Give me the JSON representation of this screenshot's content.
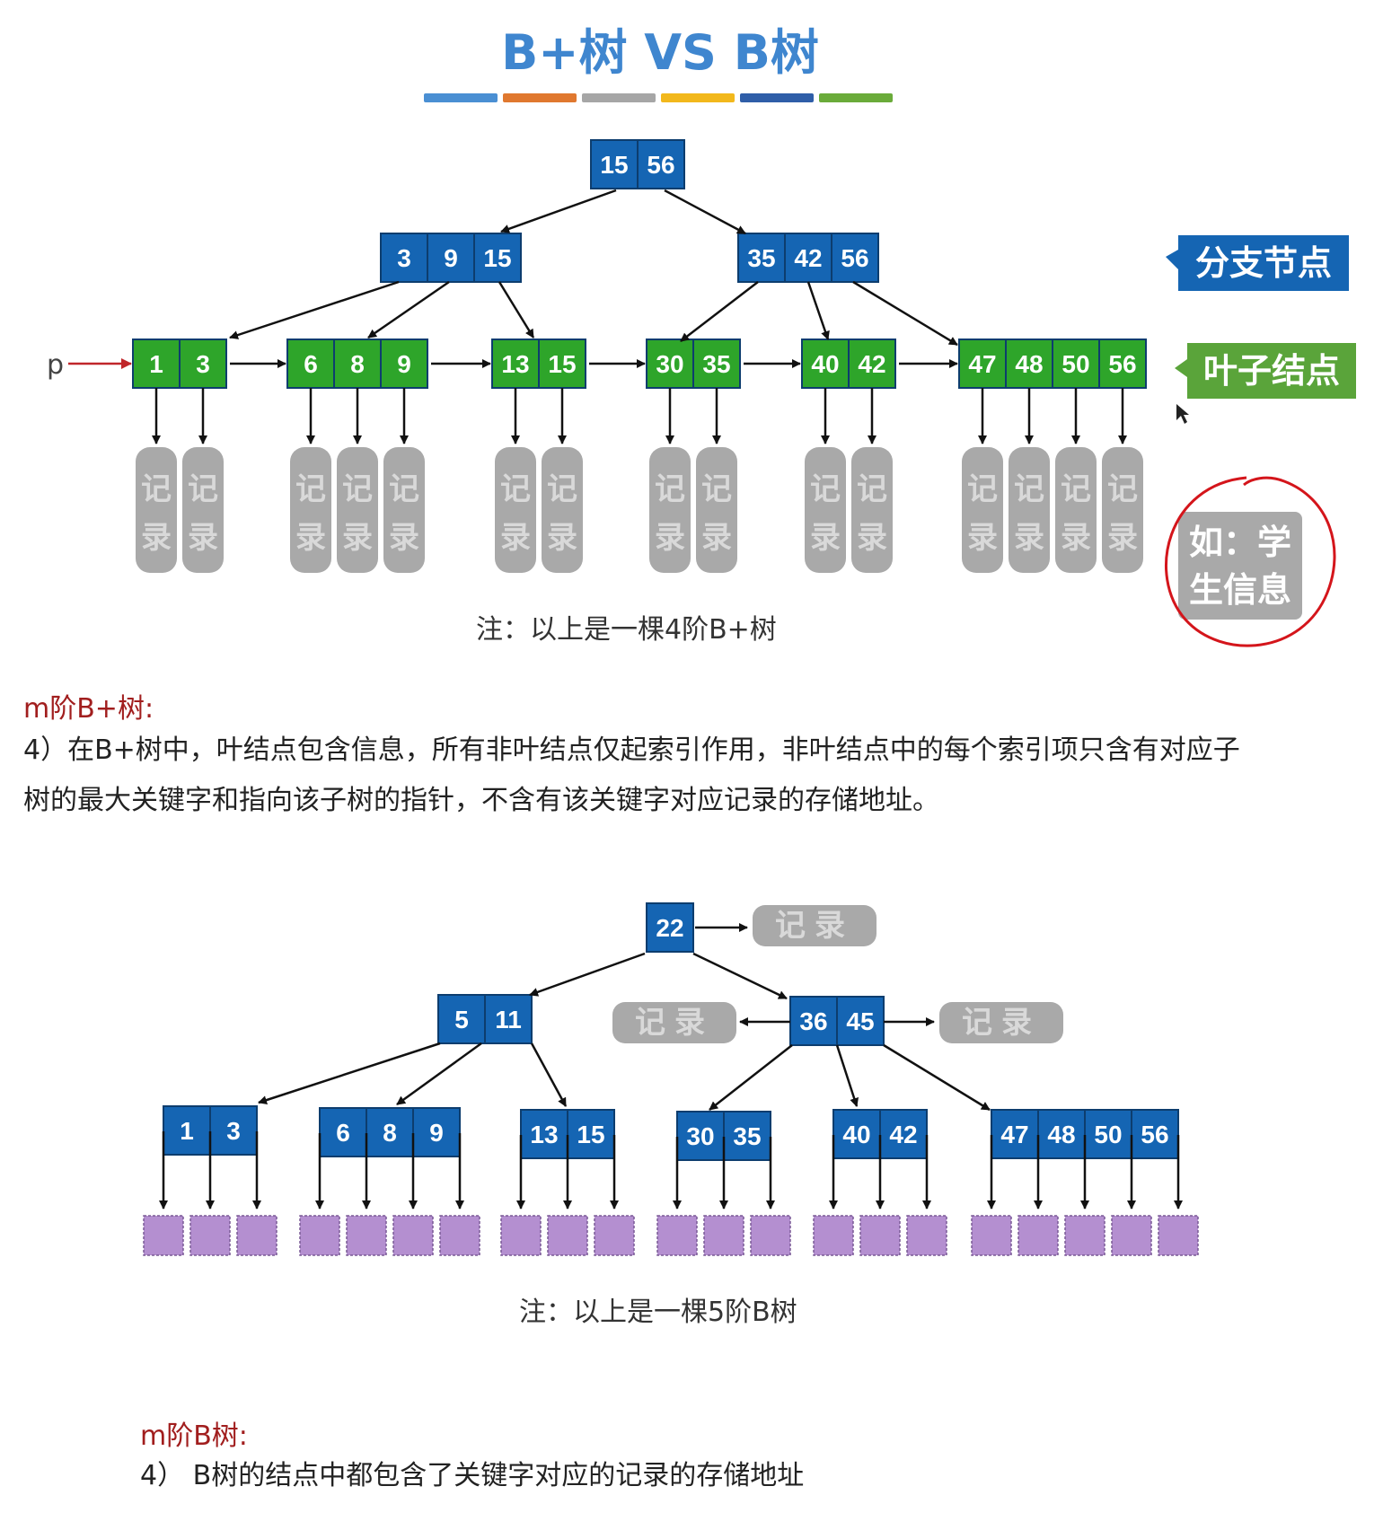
{
  "title": "B+树 VS B树",
  "colors": {
    "title": "#3f86cf",
    "stripes": [
      "#4a8fd3",
      "#e0782f",
      "#a6a6a6",
      "#f2b81c",
      "#2f5ea8",
      "#6aab3a"
    ],
    "branch_node": "#1565b3",
    "leaf_node": "#2ea52a",
    "record": "#a9a9a9",
    "btree_leaf": "#b48fd0",
    "pointer_p": "#c0262a",
    "circle": "#d4151b"
  },
  "bplus_tree": {
    "root": [
      "15",
      "56"
    ],
    "branches": [
      [
        "3",
        "9",
        "15"
      ],
      [
        "35",
        "42",
        "56"
      ]
    ],
    "leaves": [
      [
        "1",
        "3"
      ],
      [
        "6",
        "8",
        "9"
      ],
      [
        "13",
        "15"
      ],
      [
        "30",
        "35"
      ],
      [
        "40",
        "42"
      ],
      [
        "47",
        "48",
        "50",
        "56"
      ]
    ],
    "pointer_label": "p",
    "record_line1": "记",
    "record_line2": "录",
    "callout_branch": "分支节点",
    "callout_leaf": "叶子结点",
    "callout_example_line1": "如：学",
    "callout_example_line2": "生信息",
    "note": "注：以上是一棵4阶B+树"
  },
  "bplus_desc": {
    "label": "m阶B+树:",
    "line1": "4）在B+树中，叶结点包含信息，所有非叶结点仅起索引作用，非叶结点中的每个索引项只含有对应子",
    "line2": "树的最大关键字和指向该子树的指针，不含有该关键字对应记录的存储地址。"
  },
  "btree": {
    "root": [
      "22"
    ],
    "level1": [
      [
        "5",
        "11"
      ],
      [
        "36",
        "45"
      ]
    ],
    "leaves": [
      [
        "1",
        "3"
      ],
      [
        "6",
        "8",
        "9"
      ],
      [
        "13",
        "15"
      ],
      [
        "30",
        "35"
      ],
      [
        "40",
        "42"
      ],
      [
        "47",
        "48",
        "50",
        "56"
      ]
    ],
    "record_label": "记录",
    "note": "注：以上是一棵5阶B树"
  },
  "btree_desc": {
    "label": "m阶B树:",
    "line1": "4） B树的结点中都包含了关键字对应的记录的存储地址"
  }
}
